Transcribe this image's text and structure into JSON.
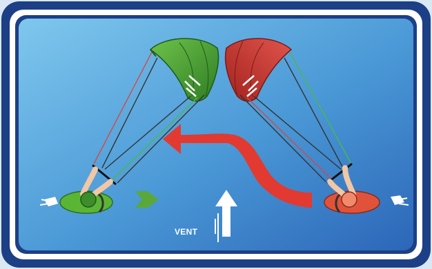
{
  "wind": {
    "label": "VENT",
    "icon": "wind-arrow-icon"
  },
  "colors": {
    "frame_outer": "#1c3f86",
    "frame_inner_border": "#ffffff",
    "sky_light": "#78c2ea",
    "sky_dark": "#2d70bf",
    "kite_green": "#3d9a2f",
    "kite_red": "#c8302b",
    "turn_arrow": "#e23a30",
    "direction_arrow": "#5aa83a",
    "wind_arrow": "#ffffff"
  },
  "figures": {
    "left_rider": "green-kitesurfer",
    "right_rider": "red-kitesurfer"
  }
}
